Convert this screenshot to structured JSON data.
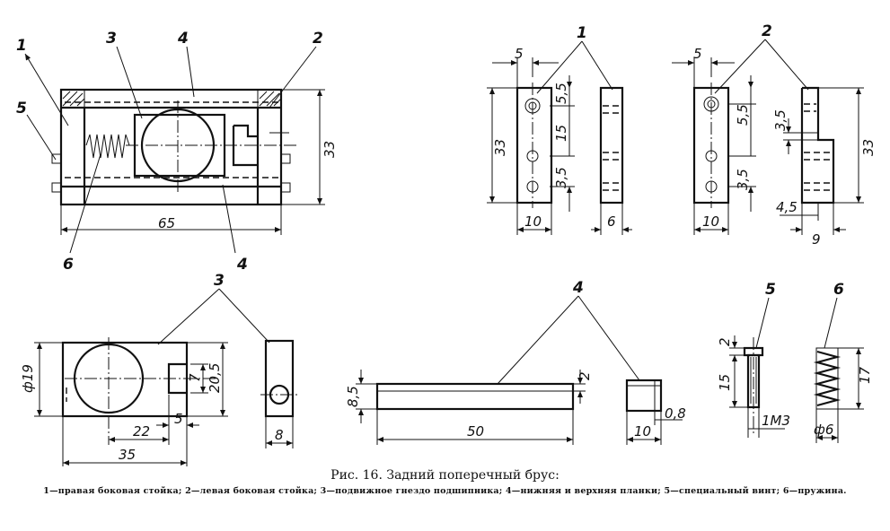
{
  "figure": {
    "title": "Рис. 16. Задний поперечный брус:",
    "legend": "1—правая боковая стойка; 2—левая боковая стойка; 3—подвижное гнездо подшипника; 4—нижняя и верхняя планки; 5—специальный винт; 6—пружина."
  },
  "part_labels": {
    "p1": "1",
    "p2": "2",
    "p3": "3",
    "p4": "4",
    "p5": "5",
    "p6": "6"
  },
  "dimensions": {
    "asm_width": "65",
    "asm_height": "33",
    "s1_top": "5",
    "s1_h": "33",
    "s1_a": "5,5",
    "s1_b": "15",
    "s1_c": "3,5",
    "s1_w": "10",
    "s1_t": "6",
    "s2_top": "5",
    "s2_h": "33",
    "s2_a": "5,5",
    "s2_c": "3,5",
    "s2_d": "3,5",
    "s2_w": "10",
    "s2_e": "4,5",
    "s2_t": "9",
    "b_dia": "ф19",
    "b_h": "20,5",
    "b_slot": "7",
    "b_w": "35",
    "b_c": "22",
    "b_s": "5",
    "b_t": "8",
    "pl_h": "8,5",
    "pl_len": "50",
    "pl_g": "2",
    "pl_t": "10",
    "pl_f": "0,8",
    "sc_head": "2",
    "sc_len": "15",
    "sc_thread": "1М3",
    "sp_len": "17",
    "sp_dia": "ф6"
  }
}
